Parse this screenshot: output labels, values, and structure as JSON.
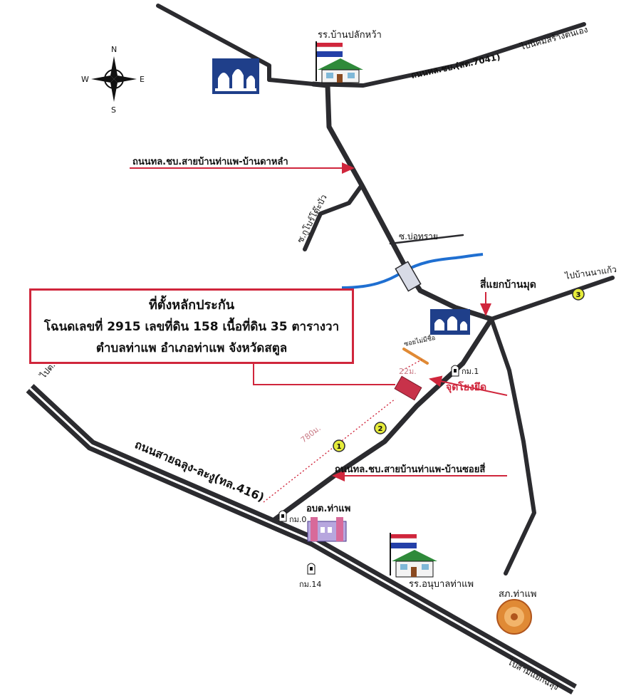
{
  "compass": {
    "n": "N",
    "s": "S",
    "e": "E",
    "w": "W"
  },
  "callout": {
    "line1": "ที่ตั้งหลักประกัน",
    "line2": "โฉนดเลขที่ 2915 เลขที่ดิน 158 เนื้อที่ดิน 35 ตารางวา",
    "line3": "ตำบลท่าแพ  อำเภอท่าแพ  จังหวัดสตูล"
  },
  "labels": {
    "school_top": "รร.บ้านปลักหว้า",
    "road_top_right": "ถนนทล.ชบ.(สต.7041)",
    "to_nikhom": "ไปนิคมสร้างตนเอง",
    "road_tha_phae_dan_lam": "ถนนทล.ชบ.สายบ้านท่าแพ-บ้านดาหลำ",
    "soi_kanphrot": "ซ.กูโบร์โต๊ะบัว",
    "soi_bo_sai": "ซ.บ่อทราย",
    "intersection_ban_mut": "สี่แยกบ้านมุด",
    "to_ban_na_kaeo": "ไปบ้านนาแก้ว",
    "soi_small": "ซอยไม่มีชื่อ",
    "dist_22": "22ม.",
    "km1": "กม.1",
    "landmark_point": "จุดโยงยึด",
    "to_ta_rue": "ไปต.ท่าเรือ",
    "dist_780": "780ม.",
    "main_road": "ถนนสายฉลุง-ละงู(ทล.416)",
    "road_tha_phae_soi_si": "ถนนทล.ชบ.สายบ้านท่าแพ-บ้านซอยสี่",
    "km0": "กม.0",
    "abt": "อบต.ท่าแพ",
    "km14": "กม.14",
    "school_bottom": "รร.อนุบาลท่าแพ",
    "police": "สภ.ท่าแพ",
    "to_sam_yaek": "ไปสามแยกฉลุง"
  },
  "markers": {
    "m1": "1",
    "m2": "2",
    "m3": "3"
  },
  "colors": {
    "road": "#2b2b2f",
    "river": "#1f6fd1",
    "arrow": "#d0263c",
    "parcel": "#c8324a",
    "marker": "#e6ec3a",
    "mosque_bg": "#1f3f8a",
    "flag_red": "#d0263c",
    "flag_blue": "#2440a8",
    "roof": "#2f8a3a",
    "police": "#e08a35"
  }
}
